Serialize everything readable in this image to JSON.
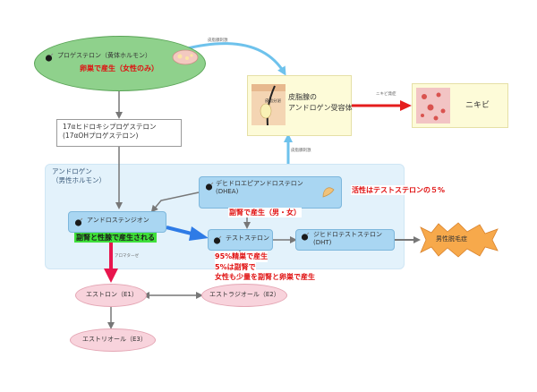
{
  "progesterone": {
    "name": "プロゲステロン（黄体ホルモン）",
    "note": "卵巣で産生（女性のみ）"
  },
  "ohp": {
    "line1": "17αヒドロキシプロゲステロン",
    "line2": "(17αOHプロゲステロン)"
  },
  "androgen_group": {
    "title_line1": "アンドロゲン",
    "title_line2": "（男性ホルモン）"
  },
  "dhea": {
    "name": "デヒドロエピアンドロステロン",
    "abbr": "(DHEA)",
    "note": "副腎で産生（男・女）"
  },
  "androstenedione": {
    "name": "アンドロステンジオン",
    "note": "副腎と性腺で産生される"
  },
  "testosterone": {
    "name": "テストステロン",
    "note_line1": "95%精巣で産生",
    "note_line2": "5%は副腎で",
    "note_line3": "女性も少量を副腎と卵巣で産生"
  },
  "dht": {
    "name": "ジヒドロテストステロン",
    "abbr": "(DHT)"
  },
  "activity_note": "活性はテストステロンの５%",
  "hair_loss": "男性脱毛症",
  "receptor": {
    "line1": "皮脂腺の",
    "line2": "アンドロゲン受容体",
    "img_caption": "皮脂分泌"
  },
  "acne": "ニキビ",
  "estrone": "エストロン（E1）",
  "estradiol": "エストラジオール（E2）",
  "estriol": "エストリオール（E3）",
  "arrow_labels": {
    "sebum_stim_top": "皮脂腺刺激",
    "sebum_stim_mid": "皮脂腺刺激",
    "acne_trigger": "ニキビ発症",
    "aromatase": "アロマターゼ"
  },
  "colors": {
    "green_fill": "#8fd18c",
    "blue_fill": "#a9d6f2",
    "group_fill": "#e3f2fb",
    "pink_fill": "#f8d3dc",
    "yellow_fill": "#fdfbd8",
    "red_arrow": "#e8154d",
    "blue_arrow": "#2e7be6",
    "orange_star": "#f7a94b",
    "light_blue_arrow": "#6ec2ec"
  }
}
